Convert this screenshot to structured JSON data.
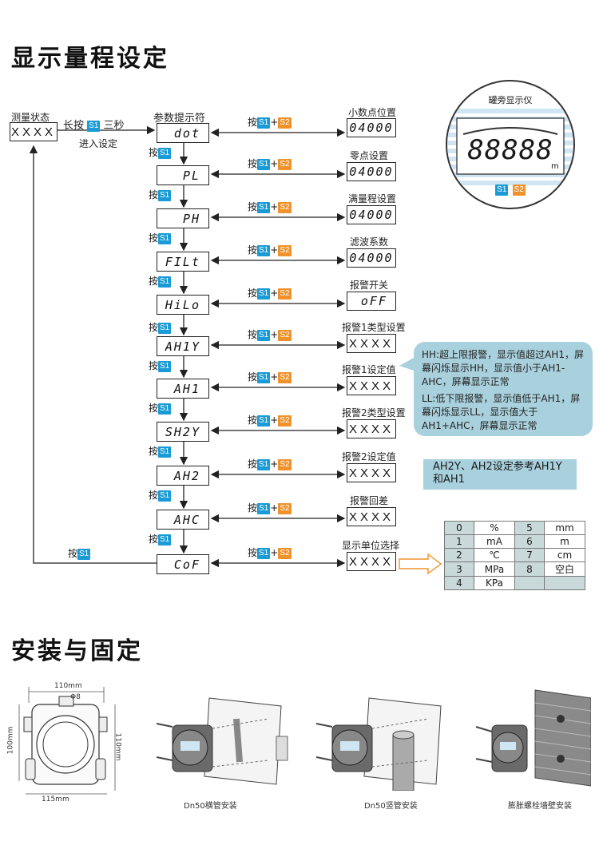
{
  "section1_title": "显示量程设定",
  "section2_title": "安装与固定",
  "start": {
    "label": "测量状态",
    "display": "XXXX",
    "long_press_prefix": "长按",
    "long_press_suffix": "三秒",
    "enter_label": "进入设定"
  },
  "badges": {
    "s1": "S1",
    "s2": "S2"
  },
  "press_text": "按",
  "plus": "+",
  "menu_header": "参数提示符",
  "menu": [
    {
      "code": "dot",
      "param": "小数点位置",
      "value": "04000"
    },
    {
      "code": "PL",
      "param": "零点设置",
      "value": "04000"
    },
    {
      "code": "PH",
      "param": "满量程设置",
      "value": "04000"
    },
    {
      "code": "FILt",
      "param": "滤波系数",
      "value": "04000"
    },
    {
      "code": "HiLo",
      "param": "报警开关",
      "value": "oFF"
    },
    {
      "code": "AH1Y",
      "param": "报警1类型设置",
      "value": "XXXX"
    },
    {
      "code": "AH1",
      "param": "报警1设定值",
      "value": "XXXX"
    },
    {
      "code": "SH2Y",
      "param": "报警2类型设置",
      "value": "XXXX"
    },
    {
      "code": "AH2",
      "param": "报警2设定值",
      "value": "XXXX"
    },
    {
      "code": "AHC",
      "param": "报警回差",
      "value": "XXXX"
    },
    {
      "code": "CoF",
      "param": "显示单位选择",
      "value": "XXXX"
    }
  ],
  "meter": {
    "title": "罐旁显示仪",
    "digits": "88888",
    "unit": "m"
  },
  "note_hh": "HH:超上限报警，显示值超过AH1，屏幕闪烁显示HH，显示值小于AH1-AHC，屏幕显示正常",
  "note_ll": "LL:低下限报警，显示值低于AH1，屏幕闪烁显示LL，显示值大于AH1+AHC，屏幕显示正常",
  "note_ah2": "AH2Y、AH2设定参考AH1Y和AH1",
  "unit_table": [
    [
      "0",
      "%",
      "5",
      "mm"
    ],
    [
      "1",
      "mA",
      "6",
      "m"
    ],
    [
      "2",
      "℃",
      "7",
      "cm"
    ],
    [
      "3",
      "MPa",
      "8",
      "空白"
    ],
    [
      "4",
      "KPa",
      "",
      ""
    ]
  ],
  "dims": {
    "top": "110mm",
    "bottom": "115mm",
    "left": "100mm",
    "right": "110mm",
    "hole": "Φ8"
  },
  "install_captions": [
    "Dn50横管安装",
    "Dn50竖管安装",
    "膨胀螺栓墙壁安装"
  ]
}
